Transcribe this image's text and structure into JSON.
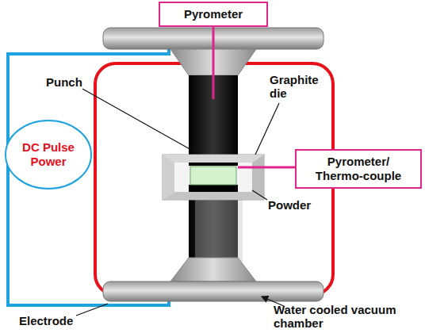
{
  "diagram": {
    "nodes": [
      {
        "text": [
          "Pyrometer"
        ]
      },
      {
        "text": [
          "DC Pulse Power"
        ]
      },
      {
        "text": [
          "Pyrometer/ Thermo-couple"
        ]
      }
    ],
    "labels": [
      "Punch",
      "Graphite die",
      "Powder",
      "Electrode",
      "Water cooled vacuum chamber"
    ]
  }
}
